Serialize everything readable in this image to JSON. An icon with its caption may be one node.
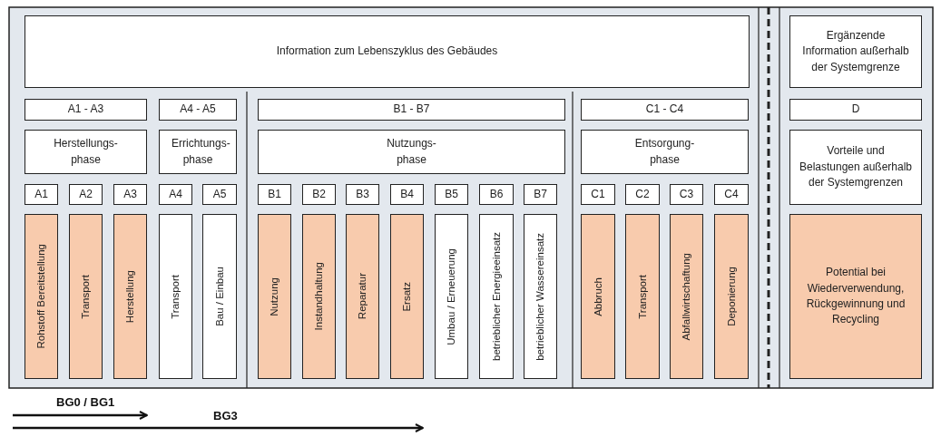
{
  "diagram": {
    "nodes": [
      {
        "text": [
          "Information zum Lebenszyklus des Gebäudes"
        ]
      },
      {
        "text": [
          "Ergänzende Information außerhalb der Systemgrenze"
        ]
      },
      {
        "text": [
          "A1 - A3"
        ]
      },
      {
        "text": [
          "A4 - A5"
        ]
      },
      {
        "text": [
          "B1 - B7"
        ]
      },
      {
        "text": [
          "C1 - C4"
        ]
      },
      {
        "text": [
          "D"
        ]
      },
      {
        "text": [
          "Herstellungs- phase"
        ]
      },
      {
        "text": [
          "Errichtungs- phase"
        ]
      },
      {
        "text": [
          "Nutzungs- phase"
        ]
      },
      {
        "text": [
          "Entsorgung- phase"
        ]
      },
      {
        "text": [
          "Vorteile und Belastungen außerhalb der Systemgrenzen"
        ]
      },
      {
        "text": [
          "A1"
        ]
      },
      {
        "text": [
          "A2"
        ]
      },
      {
        "text": [
          "A3"
        ]
      },
      {
        "text": [
          "A4"
        ]
      },
      {
        "text": [
          "A5"
        ]
      },
      {
        "text": [
          "B1"
        ]
      },
      {
        "text": [
          "B2"
        ]
      },
      {
        "text": [
          "B3"
        ]
      },
      {
        "text": [
          "B4"
        ]
      },
      {
        "text": [
          "B5"
        ]
      },
      {
        "text": [
          "B6"
        ]
      },
      {
        "text": [
          "B7"
        ]
      },
      {
        "text": [
          "C1"
        ]
      },
      {
        "text": [
          "C2"
        ]
      },
      {
        "text": [
          "C3"
        ]
      },
      {
        "text": [
          "C4"
        ]
      },
      {
        "text": [
          "Rohstoff Bereitstellung"
        ]
      },
      {
        "text": [
          "Transport"
        ]
      },
      {
        "text": [
          "Herstellung"
        ]
      },
      {
        "text": [
          "Transport"
        ]
      },
      {
        "text": [
          "Bau / Einbau"
        ]
      },
      {
        "text": [
          "Nutzung"
        ]
      },
      {
        "text": [
          "Instandhaltung"
        ]
      },
      {
        "text": [
          "Reparatur"
        ]
      },
      {
        "text": [
          "Ersatz"
        ]
      },
      {
        "text": [
          "Umbau / Erneuerung"
        ]
      },
      {
        "text": [
          "betrieblicher Energieeinsatz"
        ]
      },
      {
        "text": [
          "betrieblicher Wassereinsatz"
        ]
      },
      {
        "text": [
          "Abbruch"
        ]
      },
      {
        "text": [
          "Transport"
        ]
      },
      {
        "text": [
          "Abfallwirtschaftung"
        ]
      },
      {
        "text": [
          "Deponierung"
        ]
      },
      {
        "text": [
          "Potential bei Wiederverwendung, Rückgewinnung und Recycling"
        ]
      }
    ],
    "edges": [],
    "labels": [
      "BG0 / BG1",
      "BG3"
    ]
  }
}
